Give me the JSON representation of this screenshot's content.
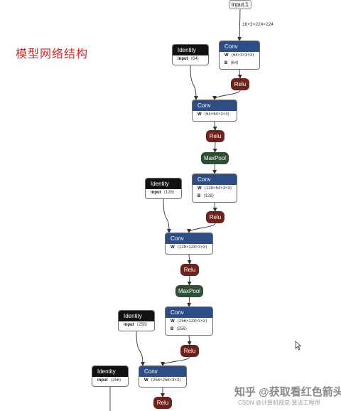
{
  "title": "模型网络结构",
  "input_node": {
    "label": "input.1"
  },
  "edge_label": "16×3×224×224",
  "conv_nodes": [
    {
      "label": "Conv",
      "params": [
        {
          "key": "W",
          "value": "⟨64×3×3×3⟩"
        },
        {
          "key": "B",
          "value": "⟨64⟩"
        }
      ]
    },
    {
      "label": "Conv",
      "params": [
        {
          "key": "W",
          "value": "⟨64×64×3×3⟩"
        }
      ]
    },
    {
      "label": "Conv",
      "params": [
        {
          "key": "W",
          "value": "⟨128×64×3×3⟩"
        },
        {
          "key": "B",
          "value": "⟨128⟩"
        }
      ]
    },
    {
      "label": "Conv",
      "params": [
        {
          "key": "W",
          "value": "⟨128×128×3×3⟩"
        }
      ]
    },
    {
      "label": "Conv",
      "params": [
        {
          "key": "W",
          "value": "⟨256×128×3×3⟩"
        },
        {
          "key": "B",
          "value": "⟨256⟩"
        }
      ]
    },
    {
      "label": "Conv",
      "params": [
        {
          "key": "W",
          "value": "⟨256×256×3×3⟩"
        }
      ]
    }
  ],
  "identity_nodes": [
    {
      "label": "Identity",
      "params": [
        {
          "key": "input",
          "value": "⟨64⟩"
        }
      ]
    },
    {
      "label": "Identity",
      "params": [
        {
          "key": "input",
          "value": "⟨128⟩"
        }
      ]
    },
    {
      "label": "Identity",
      "params": [
        {
          "key": "input",
          "value": "⟨256⟩"
        }
      ]
    },
    {
      "label": "Identity",
      "params": [
        {
          "key": "input",
          "value": "⟨256⟩"
        }
      ]
    }
  ],
  "relu_nodes": [
    "Relu",
    "Relu",
    "Relu",
    "Relu",
    "Relu",
    "Relu"
  ],
  "maxpool_nodes": [
    "MaxPool",
    "MaxPool"
  ],
  "edges": [
    [
      "input",
      "conv0"
    ],
    [
      "conv0",
      "relu0"
    ],
    [
      "relu0",
      "conv1"
    ],
    [
      "id0",
      "conv1"
    ],
    [
      "conv1",
      "relu1"
    ],
    [
      "relu1",
      "pool0"
    ],
    [
      "pool0",
      "conv2"
    ],
    [
      "conv2",
      "relu2"
    ],
    [
      "relu2",
      "conv3"
    ],
    [
      "id1",
      "conv3"
    ],
    [
      "conv3",
      "relu3"
    ],
    [
      "relu3",
      "pool1"
    ],
    [
      "pool1",
      "conv4"
    ],
    [
      "conv4",
      "relu4"
    ],
    [
      "relu4",
      "conv5"
    ],
    [
      "id2",
      "conv5"
    ],
    [
      "conv5",
      "relu5"
    ],
    [
      "id3",
      "offpage"
    ]
  ],
  "watermark": {
    "main": "知乎 @获取看红色箭头",
    "sub": "CSDN @计算机视觉-算法工程师"
  },
  "colors": {
    "conv": "#2f4d85",
    "identity": "#111111",
    "relu": "#6e221d",
    "maxpool": "#2e4f33",
    "title": "#cc2a2a"
  }
}
